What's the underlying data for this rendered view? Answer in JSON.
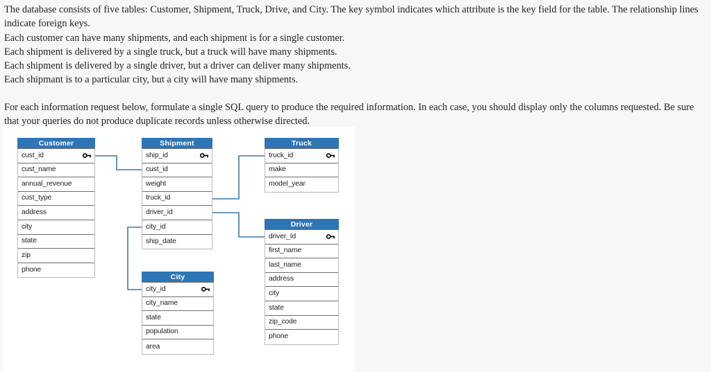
{
  "intro": {
    "paragraphs": [
      "The database consists of five tables: Customer, Shipment, Truck, Drive, and City.  The key symbol indicates which attribute is the key field for the table.  The relationship lines indicate foreign keys.",
      "Each customer can have many shipments, and each shipment is for a single customer.",
      "Each shipment is delivered by a single truck, but a truck will have many shipments.",
      "Each shipment is delivered by a single driver, but a driver can deliver many shipments.",
      "Each shipmant is to a particular city, but a city will have many shipments."
    ],
    "request_paragraph": "For each information request below, formulate a single SQL query to produce the required information.  In each case, you should display only the columns requested.  Be sure that your queries do not produce duplicate records unless otherwise directed."
  },
  "diagram": {
    "header_color": "#2e75b6",
    "connector_color": "#3c78ab",
    "key_icon_name": "key-icon",
    "entities": [
      {
        "name": "Customer",
        "attributes": [
          {
            "name": "cust_id",
            "key": true
          },
          {
            "name": "cust_name",
            "key": false
          },
          {
            "name": "annual_revenue",
            "key": false
          },
          {
            "name": "cust_type",
            "key": false
          },
          {
            "name": "address",
            "key": false
          },
          {
            "name": "city",
            "key": false
          },
          {
            "name": "state",
            "key": false
          },
          {
            "name": "zip",
            "key": false
          },
          {
            "name": "phone",
            "key": false
          }
        ]
      },
      {
        "name": "Shipment",
        "attributes": [
          {
            "name": "ship_id",
            "key": true
          },
          {
            "name": "cust_id",
            "key": false
          },
          {
            "name": "weight",
            "key": false
          },
          {
            "name": "truck_id",
            "key": false
          },
          {
            "name": "driver_id",
            "key": false
          },
          {
            "name": "city_id",
            "key": false
          },
          {
            "name": "ship_date",
            "key": false
          }
        ]
      },
      {
        "name": "Truck",
        "attributes": [
          {
            "name": "truck_id",
            "key": true
          },
          {
            "name": "make",
            "key": false
          },
          {
            "name": "model_year",
            "key": false
          }
        ]
      },
      {
        "name": "Driver",
        "attributes": [
          {
            "name": "driver_Id",
            "key": true
          },
          {
            "name": "first_name",
            "key": false
          },
          {
            "name": "last_name",
            "key": false
          },
          {
            "name": "address",
            "key": false
          },
          {
            "name": "city",
            "key": false
          },
          {
            "name": "state",
            "key": false
          },
          {
            "name": "zip_code",
            "key": false
          },
          {
            "name": "phone",
            "key": false
          }
        ]
      },
      {
        "name": "City",
        "attributes": [
          {
            "name": "city_id",
            "key": true
          },
          {
            "name": "city_name",
            "key": false
          },
          {
            "name": "state",
            "key": false
          },
          {
            "name": "population",
            "key": false
          },
          {
            "name": "area",
            "key": false
          }
        ]
      }
    ],
    "relationships": [
      {
        "from": "Customer.cust_id",
        "to": "Shipment.cust_id"
      },
      {
        "from": "Shipment.truck_id",
        "to": "Truck.truck_id"
      },
      {
        "from": "Shipment.driver_id",
        "to": "Driver.driver_Id"
      },
      {
        "from": "Shipment.city_id",
        "to": "City.city_id"
      }
    ]
  }
}
